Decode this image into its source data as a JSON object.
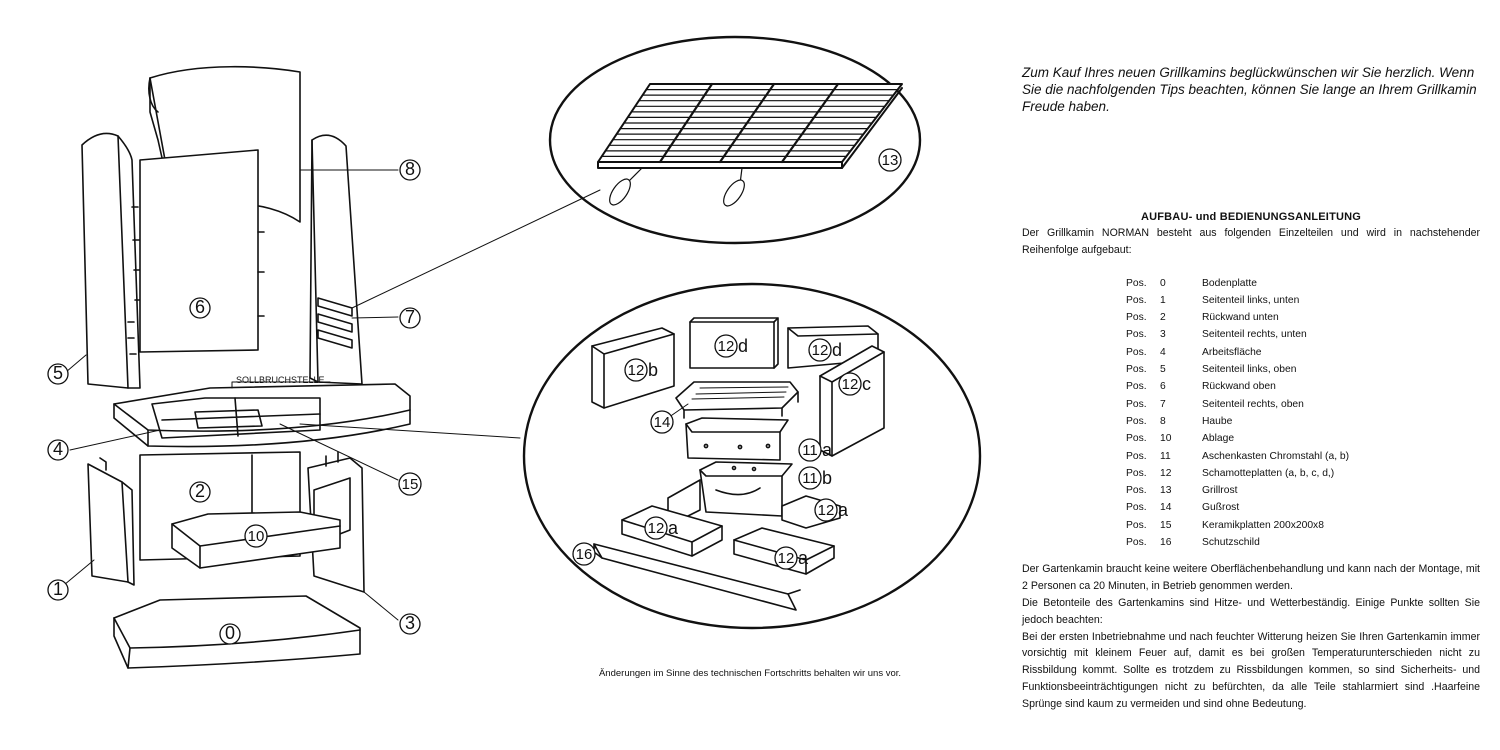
{
  "diagram": {
    "callouts": [
      "0",
      "1",
      "2",
      "3",
      "4",
      "5",
      "6",
      "7",
      "8",
      "10",
      "13",
      "14",
      "15",
      "16"
    ],
    "letter_callouts": [
      {
        "num": "12",
        "letter": "b"
      },
      {
        "num": "12",
        "letter": "d"
      },
      {
        "num": "12",
        "letter": "d"
      },
      {
        "num": "12",
        "letter": "c"
      },
      {
        "num": "11",
        "letter": "a"
      },
      {
        "num": "11",
        "letter": "b"
      },
      {
        "num": "12",
        "letter": "a"
      },
      {
        "num": "12",
        "letter": "a"
      },
      {
        "num": "12",
        "letter": "a"
      }
    ],
    "sollbruchstelle": "SOLLBRUCHSTELLE",
    "notice": "Änderungen im Sinne des technischen Fortschritts behalten wir uns vor."
  },
  "text": {
    "intro": "Zum Kauf Ihres neuen Grillkamins beglückwünschen wir Sie herzlich. Wenn Sie die nachfolgenden Tips beachten, können Sie lange an Ihrem Grillkamin Freude haben.",
    "heading": "AUFBAU- und BEDIENUNGSANLEITUNG",
    "lead": "Der Grillkamin NORMAN besteht aus folgenden Einzelteilen und wird in nachstehender Reihenfolge aufgebaut:",
    "parts": [
      {
        "pos": "Pos.",
        "num": "0",
        "name": "Bodenplatte"
      },
      {
        "pos": "Pos.",
        "num": "1",
        "name": "Seitenteil links, unten"
      },
      {
        "pos": "Pos.",
        "num": "2",
        "name": "Rückwand unten"
      },
      {
        "pos": "Pos.",
        "num": "3",
        "name": "Seitenteil rechts, unten"
      },
      {
        "pos": "Pos.",
        "num": "4",
        "name": "Arbeitsfläche"
      },
      {
        "pos": "Pos.",
        "num": "5",
        "name": "Seitenteil links, oben"
      },
      {
        "pos": "Pos.",
        "num": "6",
        "name": "Rückwand oben"
      },
      {
        "pos": "Pos.",
        "num": "7",
        "name": "Seitenteil rechts, oben"
      },
      {
        "pos": "Pos.",
        "num": "8",
        "name": "Haube"
      },
      {
        "pos": "Pos.",
        "num": "10",
        "name": "Ablage"
      },
      {
        "pos": "Pos.",
        "num": "11",
        "name": "Aschenkasten Chromstahl (a, b)"
      },
      {
        "pos": "Pos.",
        "num": "12",
        "name": "Schamotteplatten (a, b, c, d,)"
      },
      {
        "pos": "Pos.",
        "num": "13",
        "name": "Grillrost"
      },
      {
        "pos": "Pos.",
        "num": "14",
        "name": "Gußrost"
      },
      {
        "pos": "Pos.",
        "num": "15",
        "name": "Keramikplatten 200x200x8"
      },
      {
        "pos": "Pos.",
        "num": "16",
        "name": "Schutzschild"
      }
    ],
    "p1": "Der Gartenkamin braucht keine weitere Oberflächenbehandlung und kann nach der Montage, mit 2 Personen ca 20 Minuten, in Betrieb genommen werden.",
    "p2": "Die Betonteile des Gartenkamins sind Hitze- und Wetterbeständig. Einige Punkte sollten Sie jedoch beachten:",
    "p3": "Bei der ersten Inbetriebnahme und nach feuchter Witterung heizen Sie Ihren Gartenkamin immer vorsichtig mit kleinem Feuer auf, damit es bei großen Temperaturunterschieden nicht zu Rissbildung kommt. Sollte es trotzdem zu Rissbildungen kommen, so sind Sicherheits- und Funktionsbeeinträchtigungen nicht zu befürchten, da alle Teile stahlarmiert sind .Haarfeine Sprünge sind kaum zu vermeiden und sind ohne Bedeutung."
  }
}
